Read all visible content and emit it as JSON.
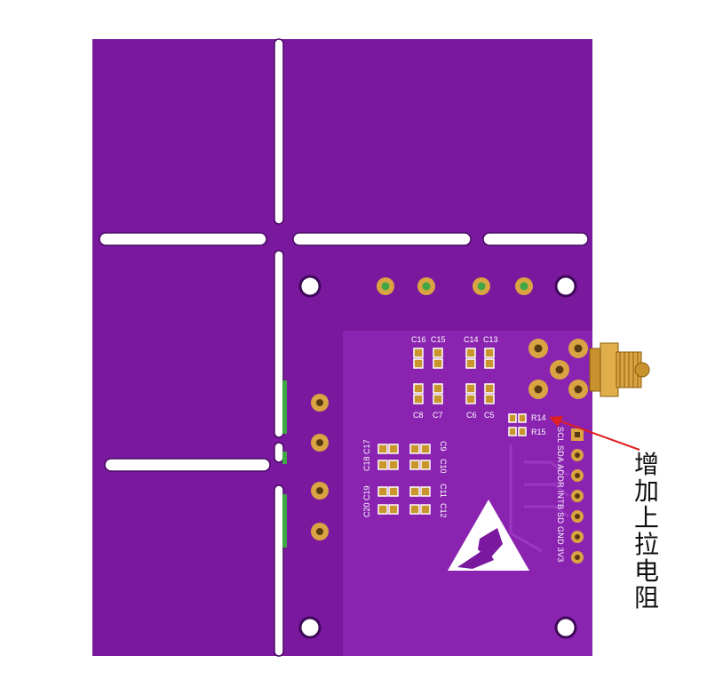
{
  "colors": {
    "board": "#7a189e",
    "board_dark": "#5e0e7e",
    "board_inner": "#8a20ad",
    "gold": "#d9a441",
    "copper_pad": "#c8962c",
    "green_slot": "#3fa844",
    "white": "#ffffff",
    "annotation_arrow": "#e02020"
  },
  "component_labels": {
    "c16": "C16",
    "c15": "C15",
    "c14": "C14",
    "c13": "C13",
    "c8": "C8",
    "c7": "C7",
    "c6": "C6",
    "c5": "C5",
    "c18c17": "C18 C17",
    "c9": "C9",
    "c10": "C10",
    "c20c19": "C20 C19",
    "c11": "C11",
    "c12": "C12",
    "r14": "R14",
    "r15": "R15"
  },
  "header_pins_label": "SCL SDA ADDR INTB SD GND 3V3",
  "annotation": {
    "chars": [
      "增",
      "加",
      "上",
      "拉",
      "电",
      "阻"
    ]
  },
  "icons": {
    "esd": "esd-warning-icon",
    "sma": "sma-connector-icon"
  }
}
